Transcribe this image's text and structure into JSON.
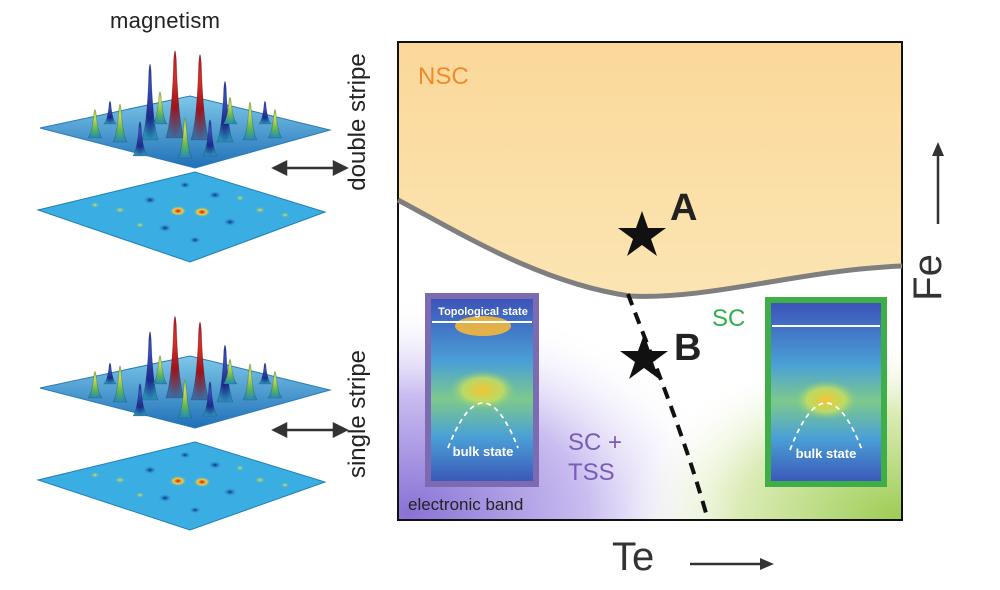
{
  "figure": {
    "magnetism_title": "magnetism",
    "double_stripe_label": "double stripe",
    "single_stripe_label": "single stripe",
    "axis_x_label": "Te",
    "axis_y_label": "Fe"
  },
  "phase_diagram": {
    "region_nsc": "NSC",
    "region_sc": "SC",
    "region_sc_tss_line1": "SC +",
    "region_sc_tss_line2": "TSS",
    "electronic_band_label": "electronic band",
    "point_a": "A",
    "point_b": "B",
    "inset_left_title": "Topological state",
    "inset_left_caption": "bulk state",
    "inset_right_caption": "bulk state"
  },
  "colors": {
    "nsc_text": "#f08a2c",
    "sc_text": "#2db04b",
    "sc_tss_text": "#7a5bb5",
    "boundary_line": "#808080",
    "inset_left_frame": "#7c6bb0",
    "inset_right_frame": "#3fae49"
  }
}
